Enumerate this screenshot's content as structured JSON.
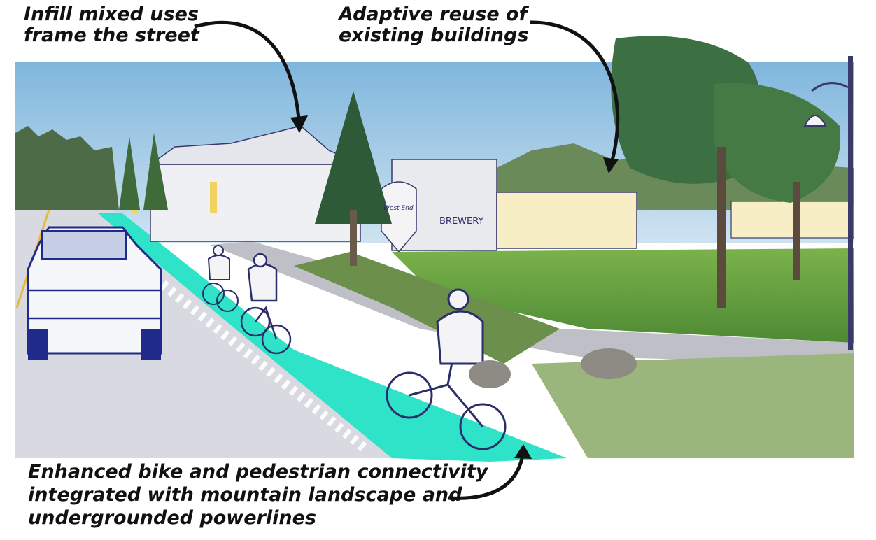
{
  "callouts": {
    "infill": [
      "Infill mixed uses",
      "frame the street"
    ],
    "adaptive": [
      "Adaptive reuse of",
      "existing buildings"
    ],
    "connectivity": [
      "Enhanced bike and pedestrian connectivity",
      "integrated with mountain landscape and",
      "undergrounded powerlines"
    ]
  },
  "signs": {
    "brewery": "BREWERY",
    "tank_logo": "West End"
  },
  "colors": {
    "sky": "#a9cfe6",
    "bike_lane": "#2fe3c8",
    "lawn": "#5f9f3c",
    "road": "#d8d9e1",
    "ink": "#111111",
    "building_accent": "#f2d35f"
  }
}
